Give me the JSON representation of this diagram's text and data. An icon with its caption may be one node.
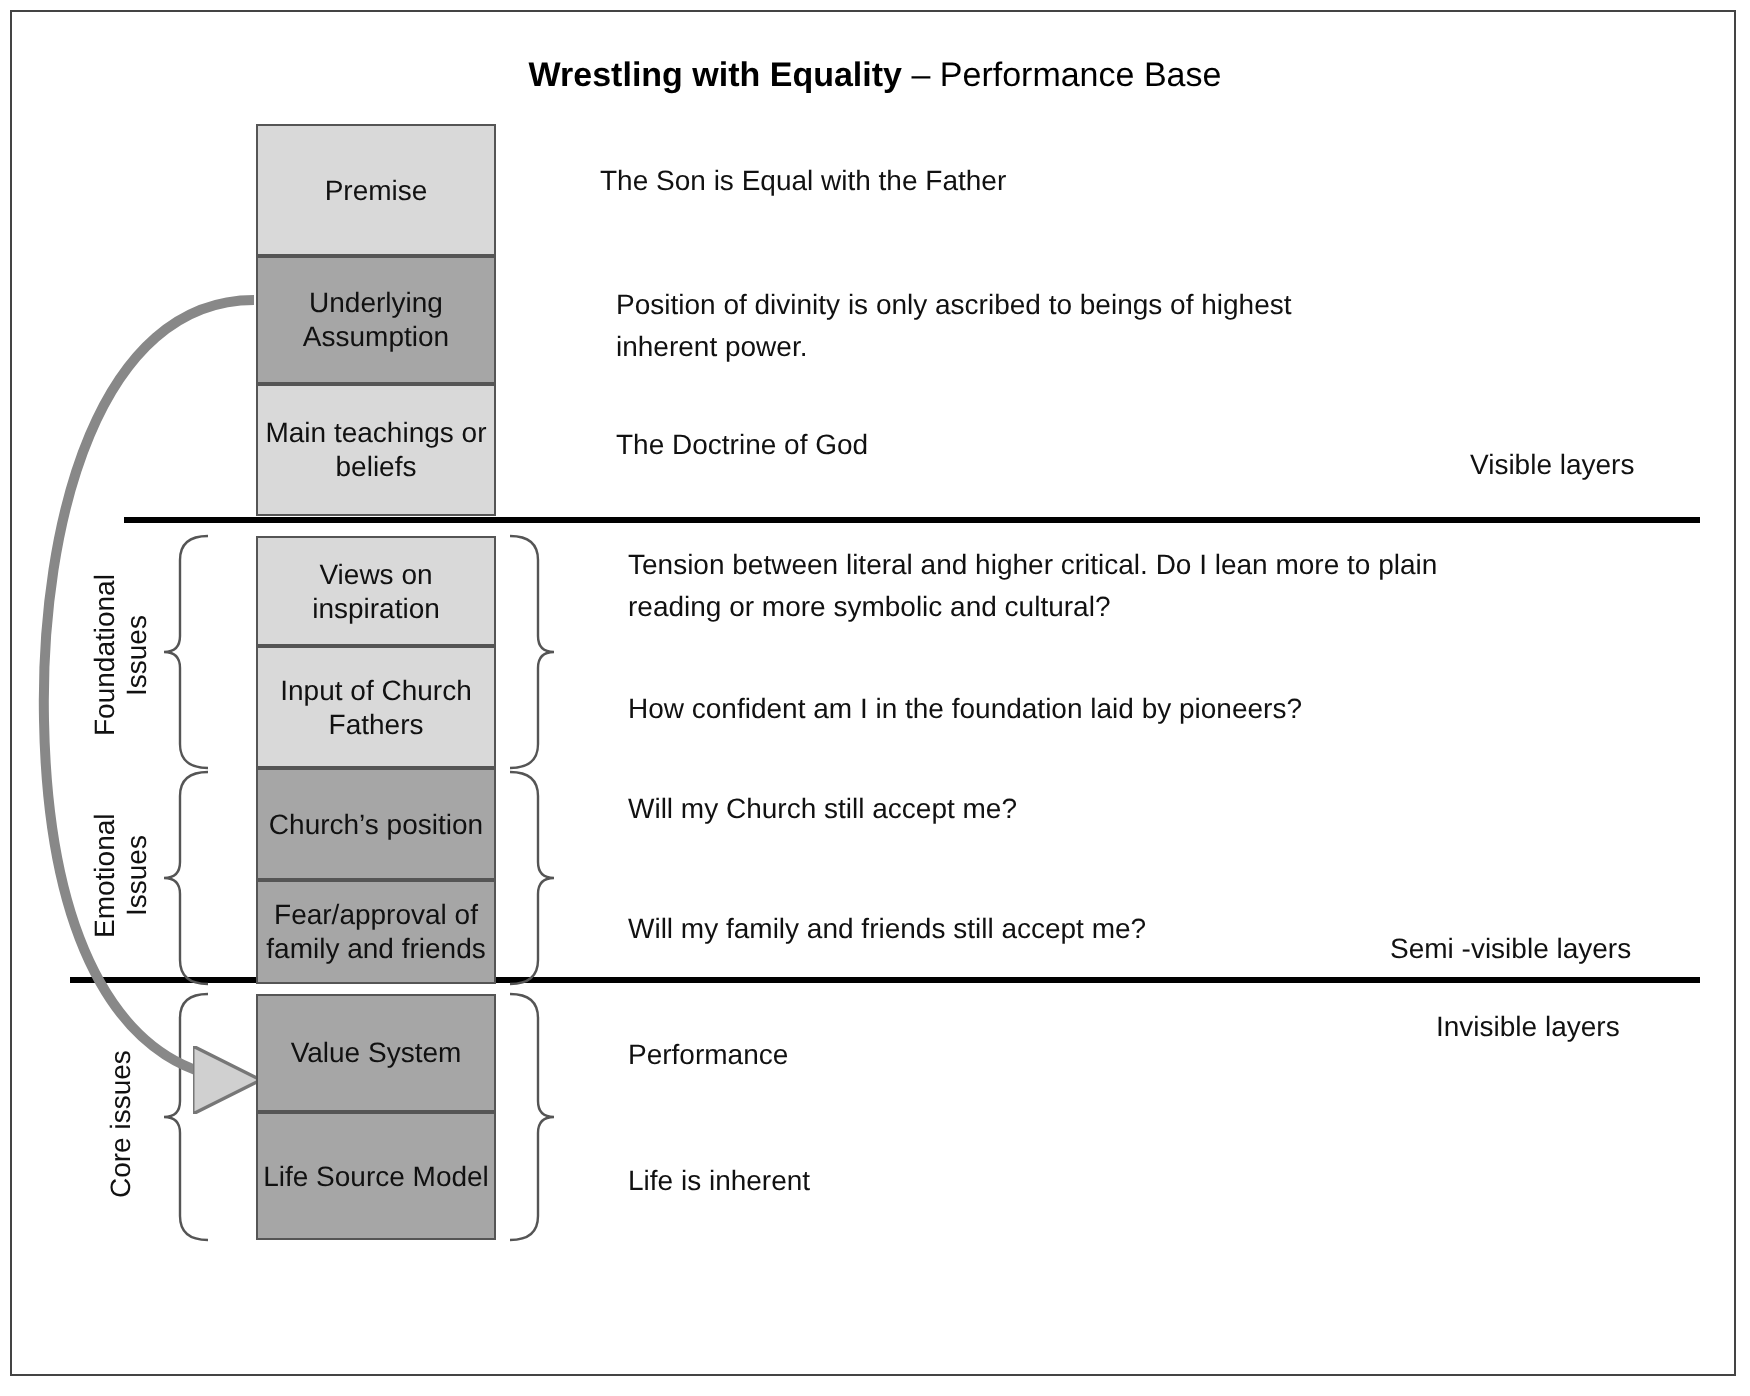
{
  "diagram": {
    "title": "**Wrestling with Equality** – Performance Base",
    "nodes": [
      {
        "text": [
          "Premise"
        ]
      },
      {
        "text": [
          "Underlying Assumption"
        ]
      },
      {
        "text": [
          "Main teachings or beliefs"
        ]
      },
      {
        "text": [
          "Views on inspiration"
        ]
      },
      {
        "text": [
          "Input of Church Fathers"
        ]
      },
      {
        "text": [
          "Church’s position"
        ]
      },
      {
        "text": [
          "Fear/approval of family and friends"
        ]
      },
      {
        "text": [
          "Value System"
        ]
      },
      {
        "text": [
          "Life Source Model"
        ]
      }
    ],
    "edges": [
      {
        "from": 1,
        "to": 7,
        "arrow": "to"
      }
    ],
    "labels": [
      "The Son is Equal with the Father",
      "Position of divinity is only ascribed to beings of highest inherent power.",
      "The Doctrine of God",
      "Visible layers",
      "Foundational Issues",
      "Tension between literal and higher critical. Do I lean more to plain reading or more symbolic and cultural?",
      "How confident am I in the foundation laid by pioneers?",
      "Emotional Issues",
      "Will my Church still accept me?",
      "Will my family and friends still accept me?",
      "Semi -visible layers",
      "Invisible layers",
      "Core issues",
      "Performance",
      "Life is inherent"
    ]
  }
}
